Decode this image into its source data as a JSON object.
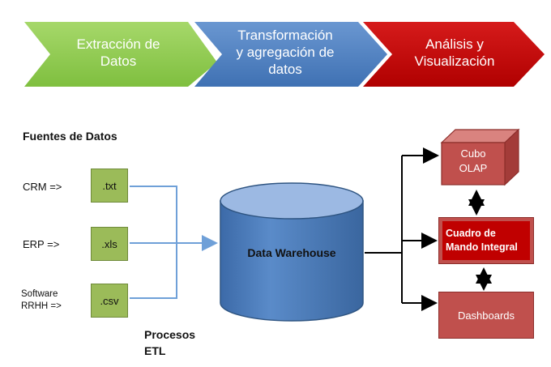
{
  "process_steps": [
    {
      "label_line1": "Extracción de",
      "label_line2": "Datos",
      "label_line3": "",
      "color": "#92d050"
    },
    {
      "label_line1": "Transformación",
      "label_line2": "y agregación de",
      "label_line3": "datos",
      "color": "#4f81bd"
    },
    {
      "label_line1": "Análisis y",
      "label_line2": "Visualización",
      "label_line3": "",
      "color": "#c00000"
    }
  ],
  "sources_title": "Fuentes de Datos",
  "sources": [
    {
      "label_line1": "CRM =>",
      "label_line2": "",
      "file": ".txt"
    },
    {
      "label_line1": "ERP =>",
      "label_line2": "",
      "file": ".xls"
    },
    {
      "label_line1": "Software",
      "label_line2": "RRHH =>",
      "file": ".csv"
    }
  ],
  "etl_label_line1": "Procesos",
  "etl_label_line2": "ETL",
  "warehouse_label": "Data Warehouse",
  "outputs": {
    "olap_line1": "Cubo",
    "olap_line2": "OLAP",
    "scorecard_line1": "Cuadro de",
    "scorecard_line2": "Mando Integral",
    "dashboards": "Dashboards"
  },
  "colors": {
    "source_box": "#9bbb59",
    "warehouse": "#4f81bd",
    "output_box": "#c0504d",
    "connector_blue": "#6fa0d8"
  }
}
